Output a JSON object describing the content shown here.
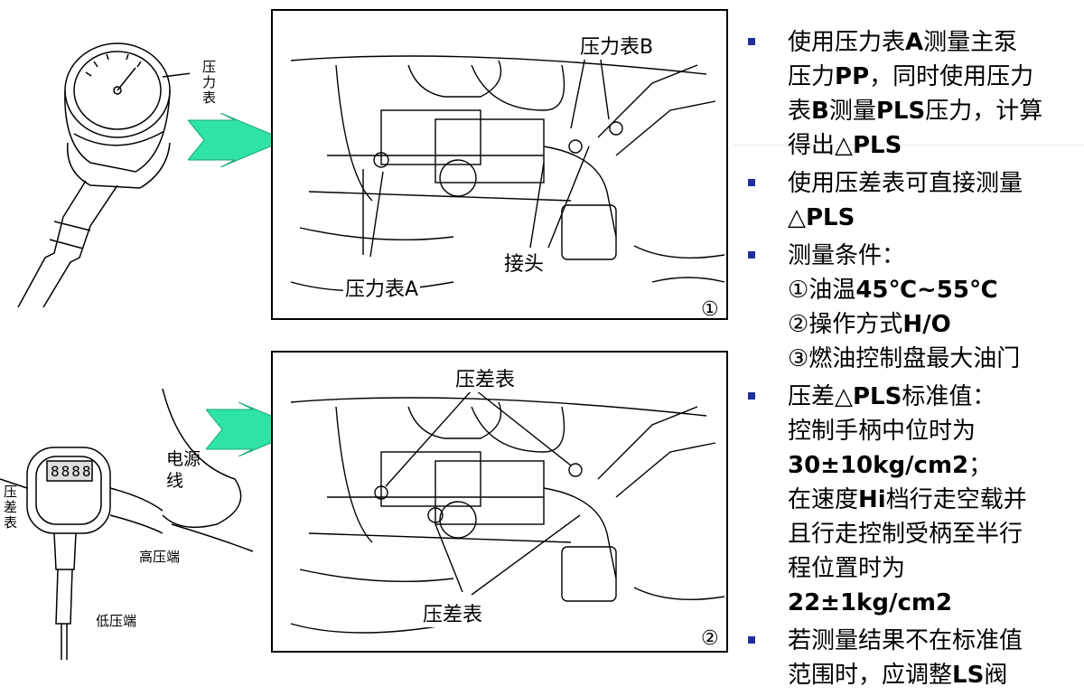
{
  "left_top": {
    "gauge_label": "压力表"
  },
  "left_bottom": {
    "gauge_label": "压差表",
    "power_label": "电源线",
    "high_label": "高压端",
    "low_label": "低压端",
    "display": "8888"
  },
  "panel1": {
    "label_b": "压力表B",
    "label_a": "压力表A",
    "label_joint": "接头",
    "num": "①"
  },
  "panel2": {
    "label_top": "压差表",
    "label_bottom": "压差表",
    "num": "②"
  },
  "bullets": [
    {
      "lines": [
        [
          {
            "t": "使用压力表"
          },
          {
            "t": "A",
            "b": true
          },
          {
            "t": "测量主泵"
          }
        ],
        [
          {
            "t": "压力"
          },
          {
            "t": "PP",
            "b": true
          },
          {
            "t": "，同时使用压力"
          }
        ],
        [
          {
            "t": "表"
          },
          {
            "t": "B",
            "b": true
          },
          {
            "t": "测量"
          },
          {
            "t": "PLS",
            "b": true
          },
          {
            "t": "压力，计算"
          }
        ],
        [
          {
            "t": "得出△"
          },
          {
            "t": "PLS",
            "b": true
          }
        ]
      ]
    },
    {
      "lines": [
        [
          {
            "t": "使用压差表可直接测量"
          }
        ],
        [
          {
            "t": "△"
          },
          {
            "t": "PLS",
            "b": true
          }
        ]
      ]
    },
    {
      "lines": [
        [
          {
            "t": "测量条件："
          }
        ],
        [
          {
            "t": "①油温"
          },
          {
            "t": "45℃~55℃",
            "b": true
          }
        ],
        [
          {
            "t": "②操作方式"
          },
          {
            "t": "H/O",
            "b": true
          }
        ],
        [
          {
            "t": "③燃油控制盘最大油门"
          }
        ]
      ]
    },
    {
      "lines": [
        [
          {
            "t": "压差△"
          },
          {
            "t": "PLS",
            "b": true
          },
          {
            "t": "标准值："
          }
        ],
        [
          {
            "t": "控制手柄中位时为"
          }
        ],
        [
          {
            "t": "30±10kg/cm2",
            "b": true
          },
          {
            "t": "；"
          }
        ],
        [
          {
            "t": "在速度"
          },
          {
            "t": "Hi",
            "b": true
          },
          {
            "t": "档行走空载并"
          }
        ],
        [
          {
            "t": "且行走控制受柄至半行"
          }
        ],
        [
          {
            "t": "程位置时为"
          }
        ],
        [
          {
            "t": "22±1kg/cm2",
            "b": true
          }
        ]
      ]
    },
    {
      "lines": [
        [
          {
            "t": "若测量结果不在标准值"
          }
        ],
        [
          {
            "t": "范围时，应调整"
          },
          {
            "t": "LS",
            "b": true
          },
          {
            "t": "阀"
          }
        ]
      ]
    }
  ],
  "colors": {
    "arrow": "#2fe3a6",
    "bullet": "#1f2f9c"
  }
}
